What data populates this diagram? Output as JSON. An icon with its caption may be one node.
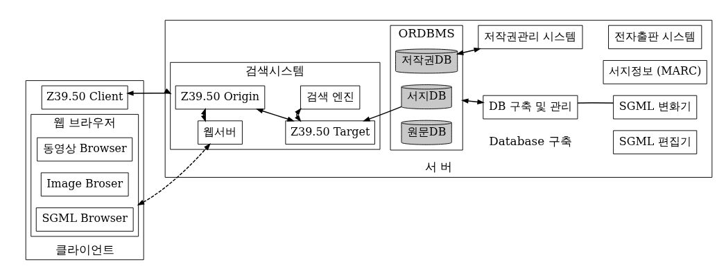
{
  "diagram": {
    "nodes": [
      {
        "text": [
          "클라이언트"
        ]
      },
      {
        "text": [
          "Z39.50 Client"
        ],
        "in": 0
      },
      {
        "text": [
          "웹 브라우저"
        ],
        "in": 0
      },
      {
        "text": [
          "SGML Browser"
        ],
        "in": 2
      },
      {
        "text": [
          "Image Broser"
        ],
        "in": 2
      },
      {
        "text": [
          "동영상 Browser"
        ],
        "in": 2
      },
      {
        "text": [
          "서 버"
        ]
      },
      {
        "text": [
          "검색시스템"
        ],
        "in": 6
      },
      {
        "text": [
          "Z39.50 Origin"
        ],
        "in": 7
      },
      {
        "text": [
          "Z39.50 Target"
        ],
        "in": 7
      },
      {
        "text": [
          "웹서버"
        ],
        "in": 7
      },
      {
        "text": [
          "검색 엔진"
        ],
        "in": 7
      },
      {
        "text": [
          "ORDBMS"
        ],
        "in": 6
      },
      {
        "text": [
          "서지DB"
        ],
        "in": 12
      },
      {
        "text": [
          "원문DB"
        ],
        "in": 12
      },
      {
        "text": [
          "저작권DB"
        ],
        "in": 12
      },
      {
        "text": [
          "DB 구축 및 관리"
        ],
        "in": 6
      },
      {
        "text": [
          "SGML 편집기"
        ],
        "in": 6
      },
      {
        "text": [
          "SGML 변화기"
        ],
        "in": 6
      },
      {
        "text": [
          "서지정보 (MARC)"
        ],
        "in": 6
      },
      {
        "text": [
          "저작권관리 시스템"
        ],
        "in": 6
      },
      {
        "text": [
          "전자출판 시스템"
        ],
        "in": 6
      }
    ],
    "edges": [
      {
        "from": 1,
        "to": 7,
        "arrow": "both"
      },
      {
        "from": 2,
        "to": 10,
        "arrow": "both",
        "style": "dashed"
      },
      {
        "from": 8,
        "to": 9,
        "arrow": "both"
      },
      {
        "from": 8,
        "to": 10,
        "arrow": "both"
      },
      {
        "from": 9,
        "to": 11,
        "arrow": "both"
      },
      {
        "from": 13,
        "to": 9,
        "arrow": "to"
      },
      {
        "from": 12,
        "to": 16,
        "arrow": "both"
      },
      {
        "from": 15,
        "to": 20,
        "arrow": "both"
      },
      {
        "from": 16,
        "to": 18,
        "arrow": "none"
      }
    ],
    "labels": [
      "Database 구축"
    ]
  }
}
